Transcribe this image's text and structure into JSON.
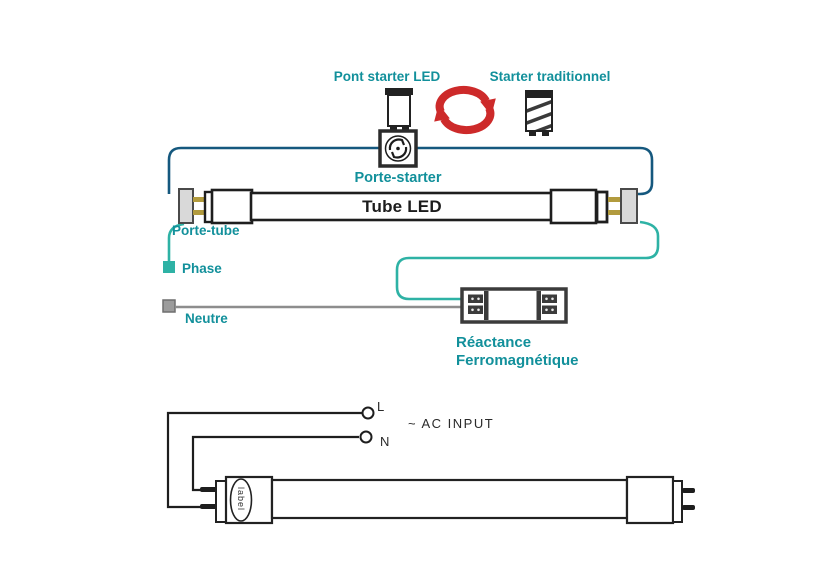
{
  "title": "LED tube wiring diagram (starter replacement)",
  "labels": {
    "pont_starter_led": "Pont starter LED",
    "starter_traditionnel": "Starter traditionnel",
    "porte_starter": "Porte-starter",
    "tube_led": "Tube LED",
    "porte_tube": "Porte-tube",
    "phase": "Phase",
    "neutre": "Neutre",
    "reactance_line1": "Réactance",
    "reactance_line2": "Ferromagnétique",
    "live": "L",
    "neutral": "N",
    "ac_input": "~ AC INPUT",
    "tube_sticker": "label"
  },
  "icons": {
    "led_starter": "led-starter-cylinder-icon",
    "traditional_starter": "striped-starter-cylinder-icon",
    "swap": "red-swap-arrows-icon",
    "starter_socket": "starter-socket-symbol-icon"
  },
  "colors": {
    "wire_dark_blue": "#15587e",
    "wire_teal": "#2eb2a5",
    "label_teal": "#12909b",
    "arrow_red": "#cd2a2a",
    "wire_gray": "#8d8d8d",
    "pin_brass": "#b29b3e",
    "diagram_black": "#1e1e1e",
    "holder_gray": "#d9d9d9"
  }
}
